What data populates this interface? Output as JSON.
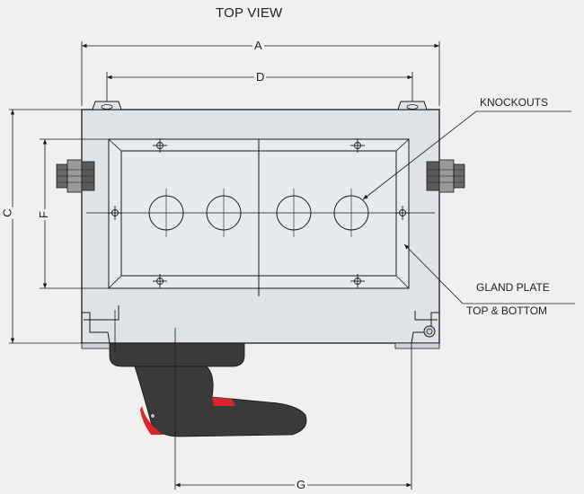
{
  "diagram": {
    "title": "TOP VIEW",
    "dimensions": {
      "a": "A",
      "c": "C",
      "d": "D",
      "f": "F",
      "g": "G"
    },
    "callouts": {
      "knockouts": "KNOCKOUTS",
      "gland_plate_1": "GLAND PLATE",
      "gland_plate_2": "TOP & BOTTOM"
    },
    "colors": {
      "background": "#f0f0f0",
      "enclosure_fill": "#dfe3e8",
      "inner_plate_fill": "#e7eaee",
      "line": "#1a1a1a",
      "handle": "#3a3a3a",
      "handle_accent": "#d8262e"
    }
  }
}
